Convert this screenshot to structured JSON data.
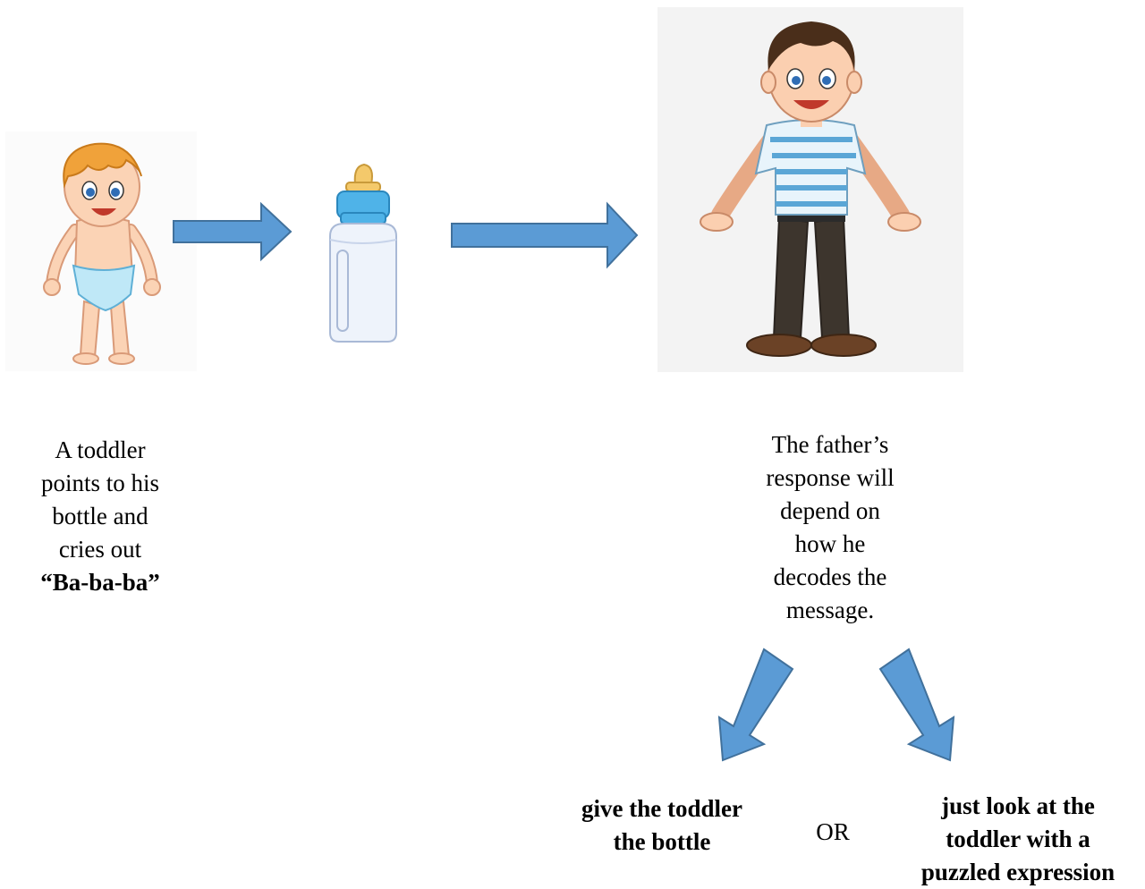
{
  "toddler_caption": {
    "lines": [
      "A toddler",
      "points to his",
      "bottle and",
      "cries out"
    ],
    "quote": "“Ba-ba-ba”"
  },
  "father_caption": {
    "lines": [
      "The father’s",
      "response will",
      "depend on",
      "how he",
      "decodes the",
      "message."
    ]
  },
  "outcomes": {
    "left": [
      "give the toddler",
      "the bottle"
    ],
    "or": "OR",
    "right": [
      "just look at the",
      "toddler with a",
      "puzzled expression"
    ]
  },
  "colors": {
    "arrow_fill": "#5b9bd5",
    "arrow_stroke": "#41719c"
  },
  "icons": [
    "toddler-illustration",
    "baby-bottle-illustration",
    "father-illustration"
  ]
}
